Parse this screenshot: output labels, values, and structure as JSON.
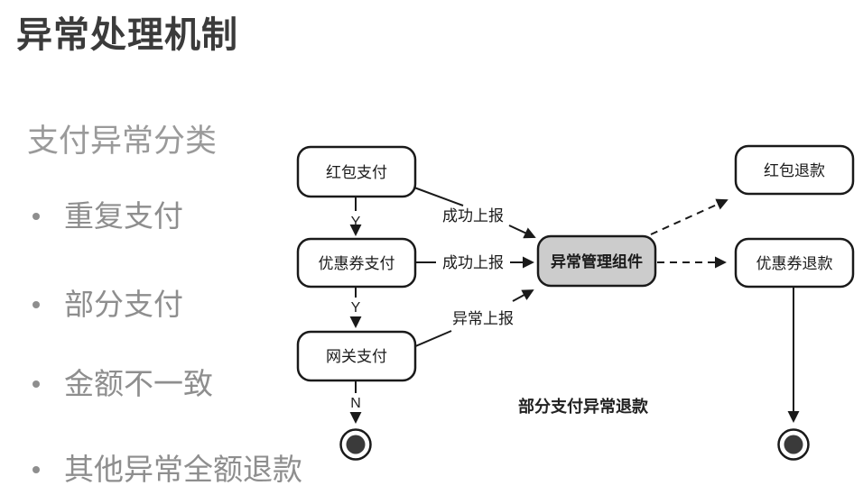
{
  "slide": {
    "title": "异常处理机制",
    "left_panel": {
      "heading": "支付异常分类",
      "bullets": [
        "重复支付",
        "部分支付",
        "金额不一致",
        "其他异常全额退款"
      ]
    }
  },
  "diagram": {
    "nodes": {
      "red_packet_pay": "红包支付",
      "coupon_pay": "优惠券支付",
      "gateway_pay": "网关支付",
      "exception_manager": "异常管理组件",
      "red_packet_refund": "红包退款",
      "coupon_refund": "优惠券退款"
    },
    "edge_labels": {
      "success_report_1": "成功上报",
      "success_report_2": "成功上报",
      "exception_report": "异常上报",
      "yes_1": "Y",
      "yes_2": "Y",
      "no_1": "N"
    },
    "caption": "部分支付异常退款",
    "colors": {
      "node_fill": "#ffffff",
      "node_border": "#1a1a1a",
      "manager_fill": "#cccccc",
      "end_state_fill": "#3a3a3a"
    }
  }
}
